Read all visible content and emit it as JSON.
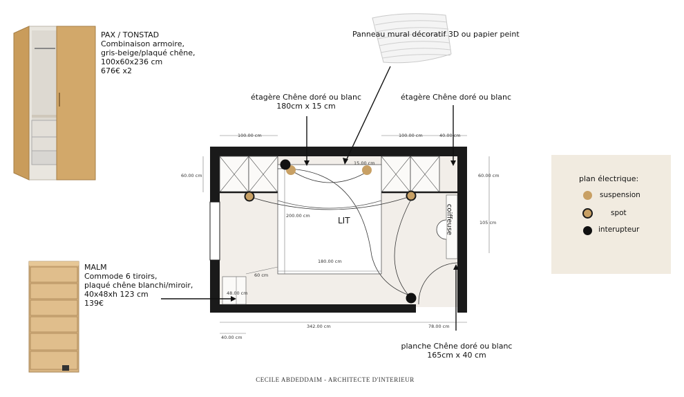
{
  "products": {
    "pax": {
      "lines": [
        "PAX / TONSTAD",
        "Combinaison armoire,",
        "gris-beige/plaqué chêne,",
        "100x60x236 cm",
        "676€ x2"
      ]
    },
    "malm": {
      "lines": [
        "MALM",
        "Commode 6 tiroirs,",
        " plaqué chêne blanchi/miroir,",
        " 40x48xh 123 cm",
        "139€"
      ]
    }
  },
  "annotations": {
    "panel": "Panneau mural décoratif 3D    ou papier peint",
    "shelf_left": [
      "étagère Chêne doré ou blanc",
      "180cm x 15 cm"
    ],
    "shelf_right": "étagère Chêne doré ou blanc",
    "plank": [
      "planche Chêne doré ou blanc",
      "165cm x 40 cm"
    ],
    "bed": "LIT",
    "vanity": "coiffeuse"
  },
  "dimensions": {
    "top_left": "100.00 cm",
    "top_right": "100.00 cm",
    "top_right_small": "40.00 cm",
    "left_depth": "60.00 cm",
    "right_depth": "60.00 cm",
    "right_height": "105 cm",
    "shelf_depth": "15.00 cm",
    "bed_length": "200.00 cm",
    "bed_width": "180.00 cm",
    "dresser_width": "60 cm",
    "dresser_depth": "48.00 cm",
    "bottom_left": "342.00 cm",
    "bottom_right": "78.00 cm",
    "bottom_small": "40.00 cm"
  },
  "legend": {
    "title": "plan électrique:",
    "items": [
      {
        "label": "suspension",
        "color": "#c8a064"
      },
      {
        "label": "spot",
        "color": "#c8a064"
      },
      {
        "label": "interupteur",
        "color": "#111111"
      }
    ]
  },
  "footer": "CECILE ABDEDDAIM - ARCHITECTE D'INTERIEUR"
}
